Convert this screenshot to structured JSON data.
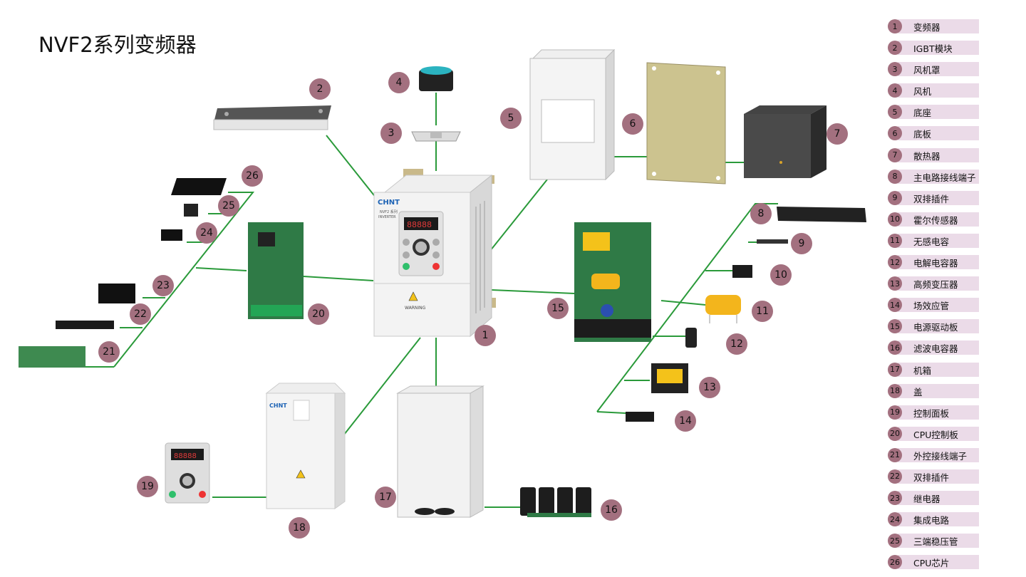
{
  "title": "NVF2系列变频器",
  "colors": {
    "callout": "#a3707f",
    "legend_bar": "#ebdbe8",
    "leader": "#2a9a3a"
  },
  "brand": {
    "logo": "CHNT",
    "sub1": "NVF2 系列",
    "sub2": "INVERTER",
    "display": "88888",
    "warning": "WARNING"
  },
  "callouts": [
    "1",
    "2",
    "3",
    "4",
    "5",
    "6",
    "7",
    "8",
    "9",
    "10",
    "11",
    "12",
    "13",
    "14",
    "15",
    "16",
    "17",
    "18",
    "19",
    "20",
    "21",
    "22",
    "23",
    "24",
    "25",
    "26"
  ],
  "legend": [
    {
      "num": "1",
      "label": "变频器"
    },
    {
      "num": "2",
      "label": "IGBT模块"
    },
    {
      "num": "3",
      "label": "风机罩"
    },
    {
      "num": "4",
      "label": "风机"
    },
    {
      "num": "5",
      "label": "底座"
    },
    {
      "num": "6",
      "label": "底板"
    },
    {
      "num": "7",
      "label": "散热器"
    },
    {
      "num": "8",
      "label": "主电路接线端子"
    },
    {
      "num": "9",
      "label": "双排插件"
    },
    {
      "num": "10",
      "label": "霍尔传感器"
    },
    {
      "num": "11",
      "label": "无感电容"
    },
    {
      "num": "12",
      "label": "电解电容器"
    },
    {
      "num": "13",
      "label": "高频变压器"
    },
    {
      "num": "14",
      "label": "场效应管"
    },
    {
      "num": "15",
      "label": "电源驱动板"
    },
    {
      "num": "16",
      "label": "滤波电容器"
    },
    {
      "num": "17",
      "label": "机箱"
    },
    {
      "num": "18",
      "label": "盖"
    },
    {
      "num": "19",
      "label": "控制面板"
    },
    {
      "num": "20",
      "label": "CPU控制板"
    },
    {
      "num": "21",
      "label": "外控接线端子"
    },
    {
      "num": "22",
      "label": "双排插件"
    },
    {
      "num": "23",
      "label": "继电器"
    },
    {
      "num": "24",
      "label": "集成电路"
    },
    {
      "num": "25",
      "label": "三端稳压管"
    },
    {
      "num": "26",
      "label": "CPU芯片"
    }
  ]
}
